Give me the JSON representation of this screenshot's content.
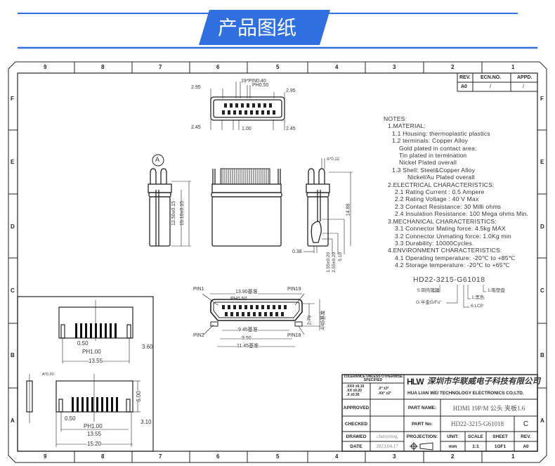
{
  "banner": {
    "title": "产品图纸",
    "color": "#2f6fe0"
  },
  "zones": {
    "columns": [
      "9",
      "8",
      "7",
      "6",
      "5",
      "4",
      "3",
      "2",
      "1"
    ],
    "rows": [
      "F",
      "E",
      "D",
      "C",
      "B",
      "A"
    ]
  },
  "revision": {
    "headers": [
      "REV.",
      "ECN.NO.",
      "APPD."
    ],
    "values": [
      "A0",
      "/",
      "/"
    ]
  },
  "top_view": {
    "dims": [
      "19*PIN0.40",
      "PH0.50",
      "2.95",
      "2.95",
      "2.45",
      "1.00",
      "2.45"
    ]
  },
  "side_views": {
    "label_a": "A",
    "dims_left": [
      "12.50±0.15",
      "15.10±0.15"
    ],
    "dims_right": [
      "A*0.12",
      "14.88",
      "0.38",
      "1.55±0.20",
      "2.55±0.20",
      "5.10"
    ]
  },
  "front_view": {
    "pins": [
      "PIN1",
      "PIN19",
      "PIN2",
      "PIN18"
    ],
    "dims": [
      "13.90基准",
      "PH0.50",
      "2.79",
      "4.45基准",
      "9.45基准",
      "9.50",
      "11.45基准"
    ]
  },
  "footprint": {
    "top_dims": [
      "0.50",
      "PH1.00",
      "13.55",
      "3.60"
    ],
    "bottom_dims": [
      "0.50",
      "PH1.00",
      "13.55",
      "15.20",
      "3.10",
      "6.00"
    ],
    "side_dim": "A*0.20"
  },
  "notes": [
    "NOTES:",
    "1.MATERIAL:",
    "1.1  Housing: thermoplastic  plastics",
    "1.2  terminals: Copper  Alloy",
    "Gold  plated  in  contact  area:",
    "Tin  plated  in  termination",
    "Nickel  Plated  overall",
    "1.3  Shell: Steel&Copper  Alloy",
    "Nickel/Au  Plated  overall",
    "2.ELECTRICAL  CHARACTERISTICS:",
    "2.1  Rating  Current  : 0.5  Ampere",
    "2.2  Rating  Voltage  : 40  V  Max",
    "2.3  Contact  Resistance: 30  Milli  ohms",
    "2.4  Insulation  Resistance: 100  Mega  ohms  Min.",
    "3.MECHANICAL  CHARACTERISTICS:",
    "3.1  Connector  Mating  force: 4.5kg  MAX",
    "3.2  Connector  Unmating  force: 1.0Kg  min",
    "3.3  Durability: 10000Cycles.",
    "4.ENVIRONMENT  CHARACTERISTICS:",
    "4.1  Operating  temperature: -20℃  to  +85℃",
    "4.2  Storage  temperature: -20℃  to  +65℃"
  ],
  "part_code": {
    "code": "HD22-3215-G61018",
    "legend": [
      "5:铜壳镀镍",
      "G:半金G/Fu\"",
      "1:吸塑盘",
      "1:黑色",
      "6:LCP"
    ]
  },
  "title_block": {
    "tolerance_header": "TOLERANCE UNLESS OTHERWISE SPECIFIED",
    "tolerance_linear": [
      ".XXX ±0.10",
      ".XX ±0.20",
      ".X ±0.30"
    ],
    "tolerance_angle": [
      ".X° ±3°",
      ".XX° ±2°"
    ],
    "logo": "HLW",
    "company_cn": "深圳市华联威电子科技有限公司",
    "company_en": "HUA LIAN WEI TECHNOLOGY ELECTRONICS CO;LTD.",
    "approved_label": "APPROVED",
    "checked_label": "CHECKED",
    "drawed_label": "DRAWED",
    "date_label": "DATE",
    "drawed": "chenyiting",
    "date": "2023.04.17",
    "part_name_label": "PART NAME:",
    "part_name": "HDMI 19P/M 公头 夹板1.6",
    "part_no_label": "PART No:",
    "part_no": "HD22-3215-G61018",
    "size": "C",
    "projection_label": "PROJECTION:",
    "unit_label": "UNIT:",
    "scale_label": "SCALE",
    "sheet_label": "SHEET",
    "rev_label": "REV.",
    "unit": "mm",
    "scale": "1:1",
    "sheet": "1OF1",
    "rev": "A0"
  }
}
